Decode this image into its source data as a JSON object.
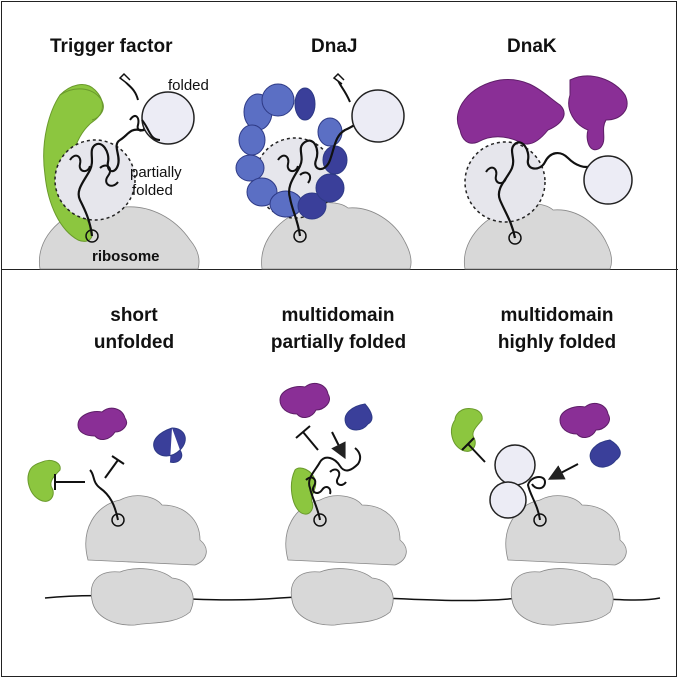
{
  "top_titles": {
    "trigger_factor": "Trigger factor",
    "dnaj": "DnaJ",
    "dnak": "DnaK"
  },
  "top_labels": {
    "folded": "folded",
    "partially_folded_line1": "partially",
    "partially_folded_line2": "folded",
    "ribosome": "ribosome"
  },
  "bottom_titles": {
    "col1_line1": "short",
    "col1_line2": "unfolded",
    "col2_line1": "multidomain",
    "col2_line2": "partially folded",
    "col3_line1": "multidomain",
    "col3_line2": "highly folded"
  },
  "colors": {
    "trigger_factor_green": "#8cc63f",
    "dnaj_blue": "#5b6fc4",
    "dnaj_dark_blue": "#3a3f9a",
    "dnak_purple": "#8a2f96",
    "ribosome_gray": "#d8d8d8",
    "outline": "#222222"
  }
}
